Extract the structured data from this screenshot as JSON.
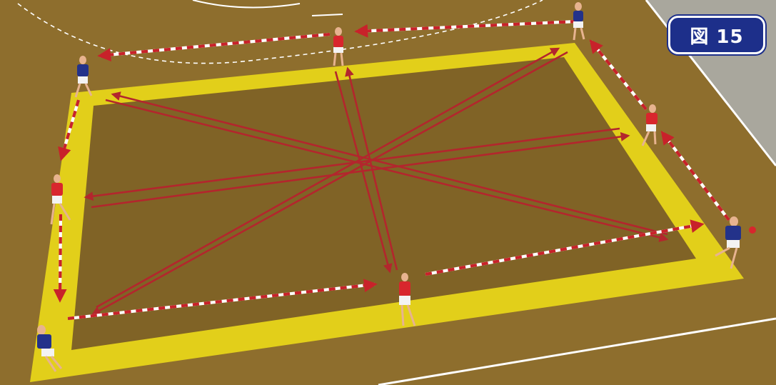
{
  "figure_label": "図 15",
  "colors": {
    "court": "#8e6e2d",
    "inner_court": "#806326",
    "outer_floor": "#a9a79d",
    "yellow_band": "#e2cf1a",
    "arrow_red": "#b3262d",
    "dashed_red": "#c8222a",
    "team_red": "#d8262d",
    "team_blue": "#23328a",
    "badge_bg": "#1d2f8a"
  },
  "players": [
    {
      "team": "blue",
      "role": "corner-top-right"
    },
    {
      "team": "red",
      "role": "top-middle"
    },
    {
      "team": "blue",
      "role": "corner-top-left"
    },
    {
      "team": "red",
      "role": "left-middle"
    },
    {
      "team": "blue",
      "role": "corner-bottom-left"
    },
    {
      "team": "red",
      "role": "bottom-middle"
    },
    {
      "team": "blue",
      "role": "corner-bottom-right"
    },
    {
      "team": "red",
      "role": "right-middle"
    }
  ]
}
